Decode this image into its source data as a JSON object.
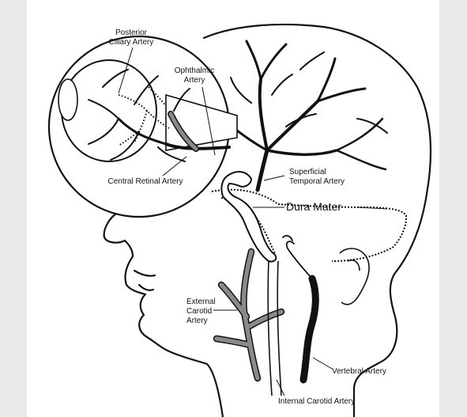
{
  "labels": {
    "posterior_ciliary": [
      "Posterior",
      "Ciliary Artery"
    ],
    "ophthalmic": [
      "Ophthalmic",
      "Artery"
    ],
    "central_retinal": "Central Retinal Artery",
    "superficial_temporal": [
      "Superficial",
      "Temporal Artery"
    ],
    "dura_mater": "Dura Mater",
    "external_carotid": [
      "External",
      "Carotid",
      "Artery"
    ],
    "vertebral": "Vertebral Artery",
    "internal_carotid": "Internal Carotid Artery"
  },
  "colors": {
    "ink": "#111111",
    "gray_artery": "#8a8a8a",
    "background_frame": "#e9e9e9",
    "paper": "#ffffff"
  }
}
